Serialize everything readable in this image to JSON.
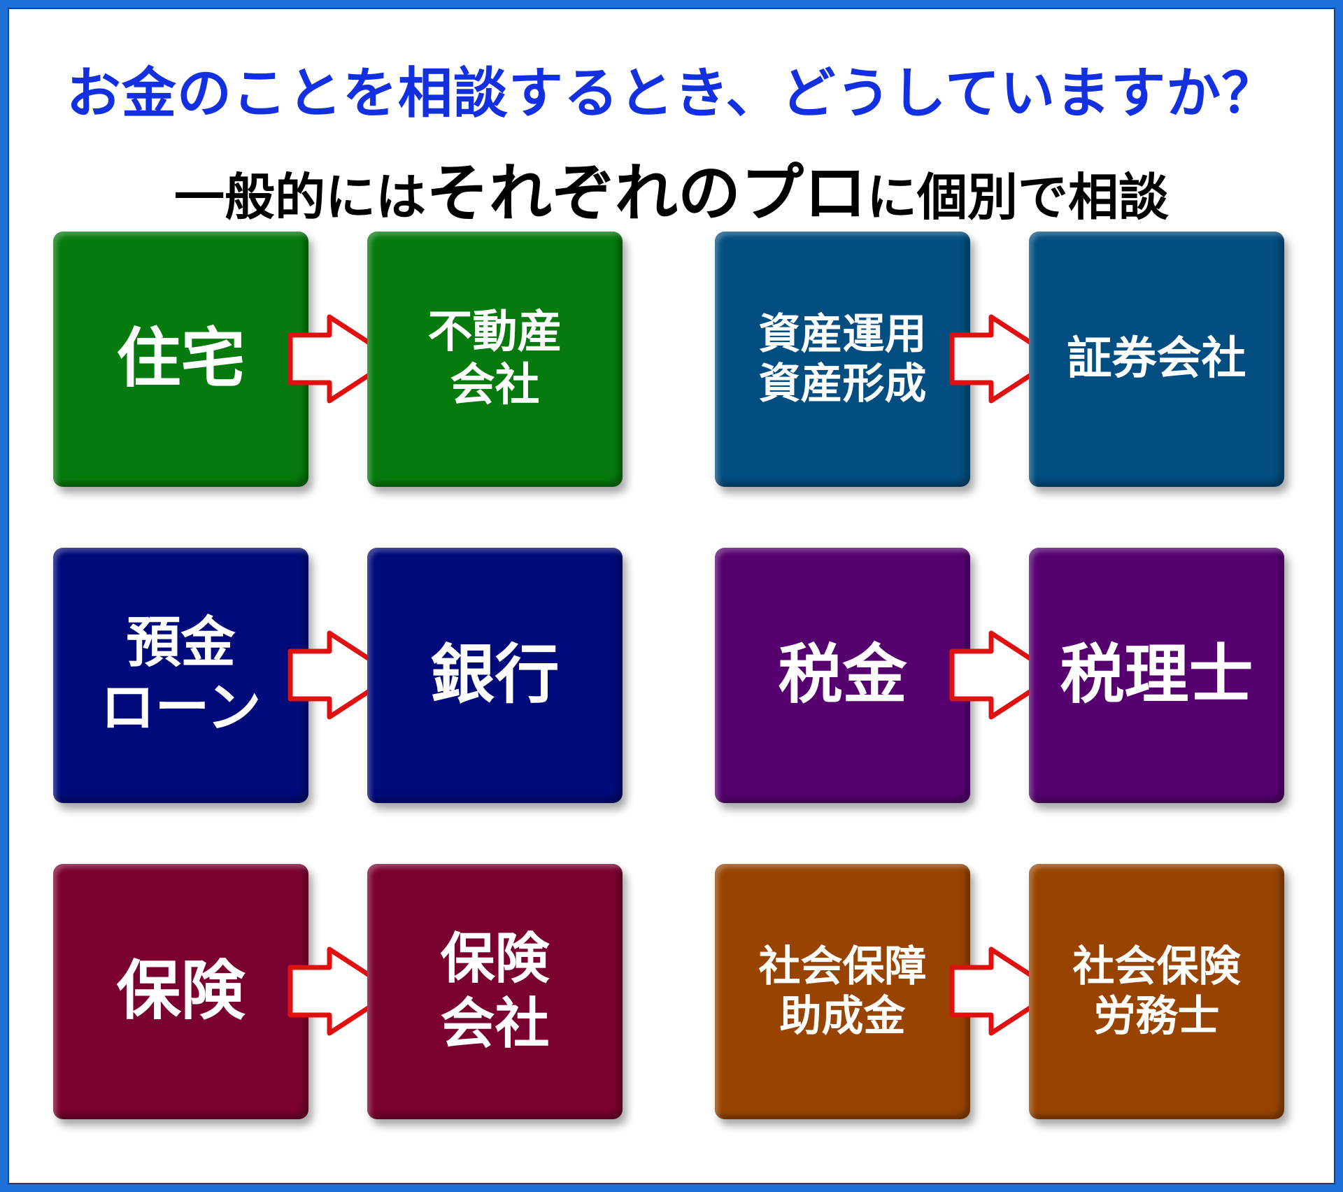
{
  "title": "お金のことを相談するとき、どうしていますか？",
  "subtitle": {
    "part1": "一般的には",
    "part2": "それぞれのプロ",
    "part3": "に個別で相談"
  },
  "colors": {
    "frame": "#1f6fd8",
    "title": "#1230e0",
    "arrow_fill": "#ffffff",
    "arrow_stroke": "#e01010"
  },
  "pairs": [
    {
      "from": "住宅",
      "to": "不動産\n会社",
      "color": "#067a0d"
    },
    {
      "from": "資産運用\n資産形成",
      "to": "証券会社",
      "color": "#034e80"
    },
    {
      "from": "預金\nローン",
      "to": "銀行",
      "color": "#000a7a"
    },
    {
      "from": "税金",
      "to": "税理士",
      "color": "#560070"
    },
    {
      "from": "保険",
      "to": "保険\n会社",
      "color": "#7a0030"
    },
    {
      "from": "社会保障\n助成金",
      "to": "社会保険\n労務士",
      "color": "#984400"
    }
  ]
}
